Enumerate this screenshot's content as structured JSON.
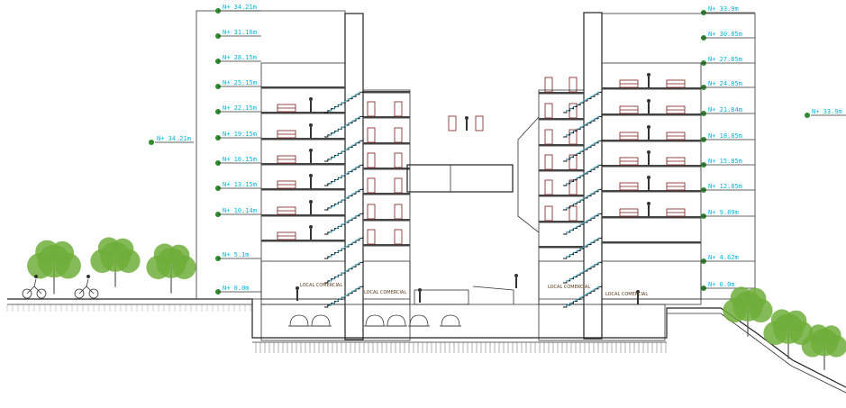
{
  "colors": {
    "level_text": "#00b5e6",
    "marker": "#2e8b2e",
    "tree": "#6fae3a",
    "furniture": "#7a1a1a",
    "line": "#333333"
  },
  "left_levels": [
    "N+ 34.21m",
    "N+ 31.16m",
    "N+ 28.15m",
    "N+ 25.15m",
    "N+ 22.15m",
    "N+ 19.15m",
    "N+ 16.15m",
    "N+ 13.15m",
    "N+ 10.14m",
    "N+ 5.1m",
    "N+ 0.0m"
  ],
  "left_outer_level": "N+ 34.21m",
  "right_levels": [
    "N+ 33.9m",
    "N+ 30.85m",
    "N+ 27.85m",
    "N+ 24.85m",
    "N+ 21.84m",
    "N+ 18.85m",
    "N+ 15.85m",
    "N+ 12.85m",
    "N+ 9.89m",
    "N+ 4.62m",
    "N+ 0.0m"
  ],
  "right_outer_level": "N+ 33.9m",
  "shop_labels": [
    "LOCAL COMERCIAL",
    "LOCAL COMERCIAL",
    "LOCAL COMERCIAL",
    "LOCAL COMERCIAL"
  ],
  "icons": [
    "tree-icon",
    "cyclist-icon",
    "person-icon",
    "car-icon",
    "furniture-icon"
  ]
}
